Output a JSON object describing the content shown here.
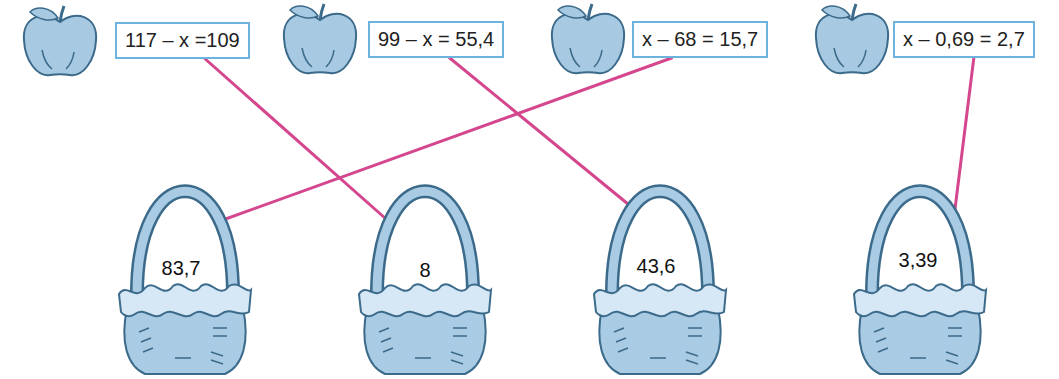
{
  "diagram": {
    "nodes": [
      {
        "text": [
          "117 – x =109"
        ]
      },
      {
        "text": [
          "99 – x = 55,4"
        ]
      },
      {
        "text": [
          "x – 68 = 15,7"
        ]
      },
      {
        "text": [
          "x – 0,69 = 2,7"
        ]
      },
      {
        "text": [
          "83,7"
        ]
      },
      {
        "text": [
          "8"
        ]
      },
      {
        "text": [
          "43,6"
        ]
      },
      {
        "text": [
          "3,39"
        ]
      }
    ],
    "edges": [
      {
        "from": 0,
        "to": 5,
        "arrow": "none"
      },
      {
        "from": 1,
        "to": 6,
        "arrow": "none"
      },
      {
        "from": 2,
        "to": 4,
        "arrow": "none"
      },
      {
        "from": 3,
        "to": 7,
        "arrow": "none"
      }
    ]
  }
}
